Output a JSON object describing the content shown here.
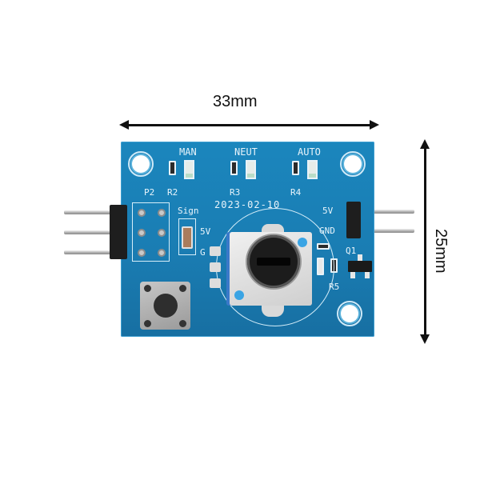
{
  "dimensions": {
    "width_label": "33mm",
    "height_label": "25mm"
  },
  "board": {
    "color": "#1a7fb5",
    "date_code": "2023-02-10",
    "led_labels": [
      "MAN",
      "NEUT",
      "AUTO"
    ],
    "component_labels": {
      "p2": "P2",
      "r2": "R2",
      "r3": "R3",
      "r4": "R4",
      "r5": "R5",
      "q1": "Q1"
    },
    "left_header_labels": {
      "sign": "Sign",
      "v5": "5V",
      "g": "G"
    },
    "right_header_labels": {
      "v5": "5V",
      "gnd": "GND"
    }
  }
}
